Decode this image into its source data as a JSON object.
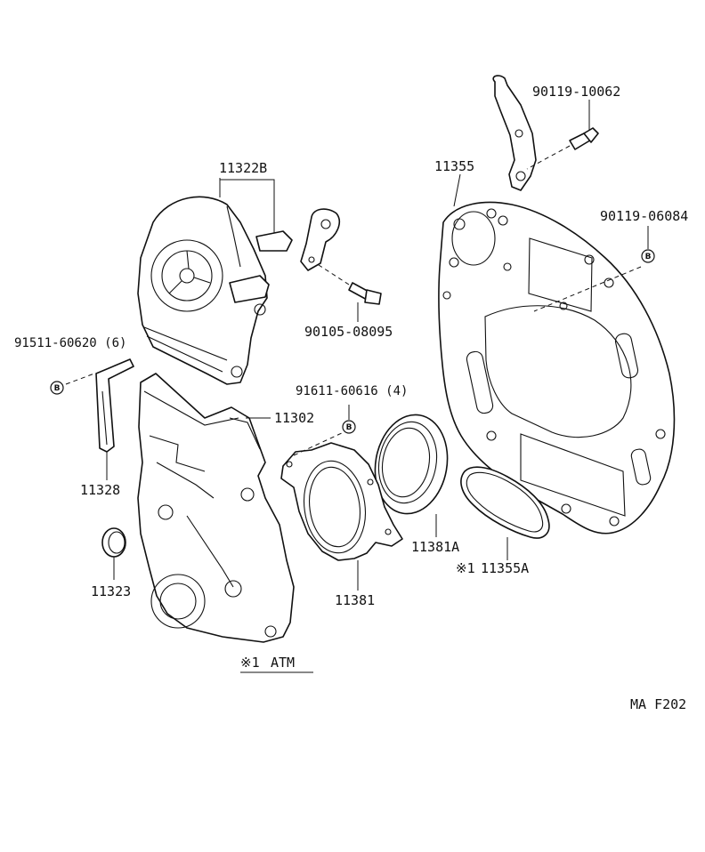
{
  "callouts": {
    "bracket_bolt": "90119-10062",
    "gasket_plate": "11355",
    "bolt_b": "90119-06084",
    "cover_no1": "11322B",
    "bolt_90105": "90105-08095",
    "clip_91511": "91511-60620 (6)",
    "bolt_91611": "91611-60616 (4)",
    "cover_no2": "11302",
    "guide_11328": "11328",
    "oil_seal_11381a": "11381A",
    "retainer_11381": "11381",
    "plug_11323": "11323",
    "gasket_11355a": "11355A",
    "atm_note": "ATM",
    "mark_symbol": "※1",
    "code": "MA  F202"
  },
  "marks": {
    "bolt_mark": "B"
  }
}
